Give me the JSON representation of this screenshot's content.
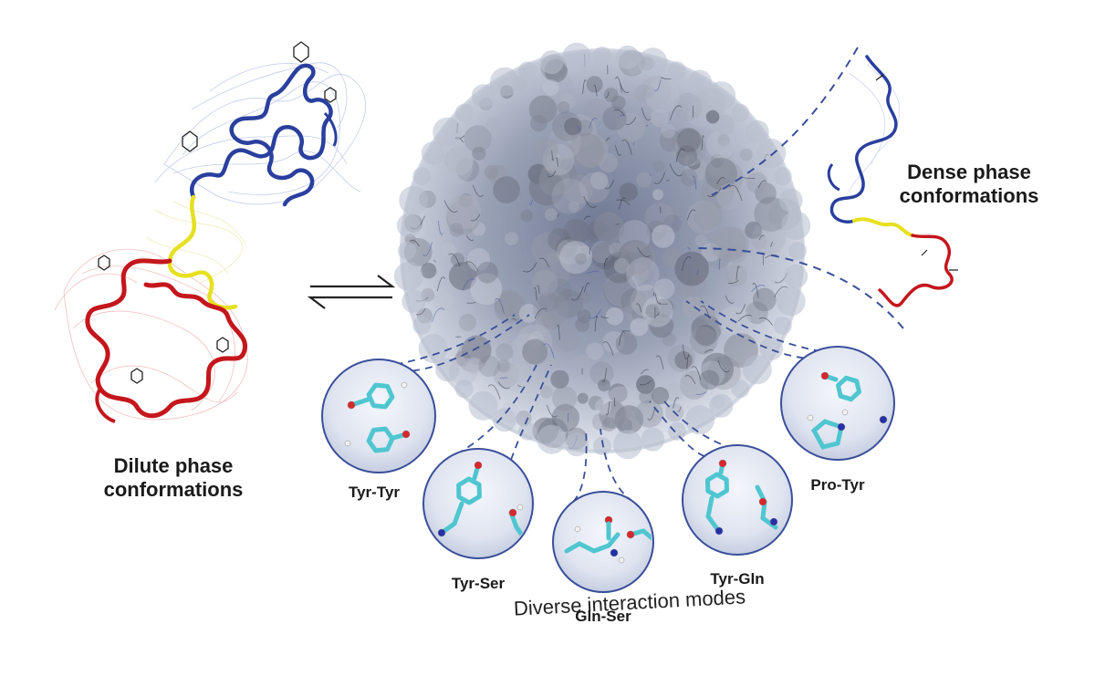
{
  "labels": {
    "dilute_line1": "Dilute phase",
    "dilute_line2": "conformations",
    "dense_line1": "Dense phase",
    "dense_line2": "conformations",
    "caption": "Diverse interaction modes"
  },
  "interaction_pairs": [
    {
      "id": "tyr-tyr",
      "label": "Tyr-Tyr"
    },
    {
      "id": "tyr-ser",
      "label": "Tyr-Ser"
    },
    {
      "id": "gln-ser",
      "label": "Gln-Ser"
    },
    {
      "id": "tyr-gln",
      "label": "Tyr-Gln"
    },
    {
      "id": "pro-tyr",
      "label": "Pro-Tyr"
    }
  ],
  "colors": {
    "domain_n": "#2a3f9e",
    "linker": "#e6e020",
    "domain_c": "#c4161c",
    "droplet": "#9aa3b8",
    "dashed": "#3a4f9a",
    "stick": "#4fc6d0",
    "oxygen": "#d8262b",
    "nitrogen": "#2530a8",
    "hydrogen": "#f2f2f2"
  }
}
